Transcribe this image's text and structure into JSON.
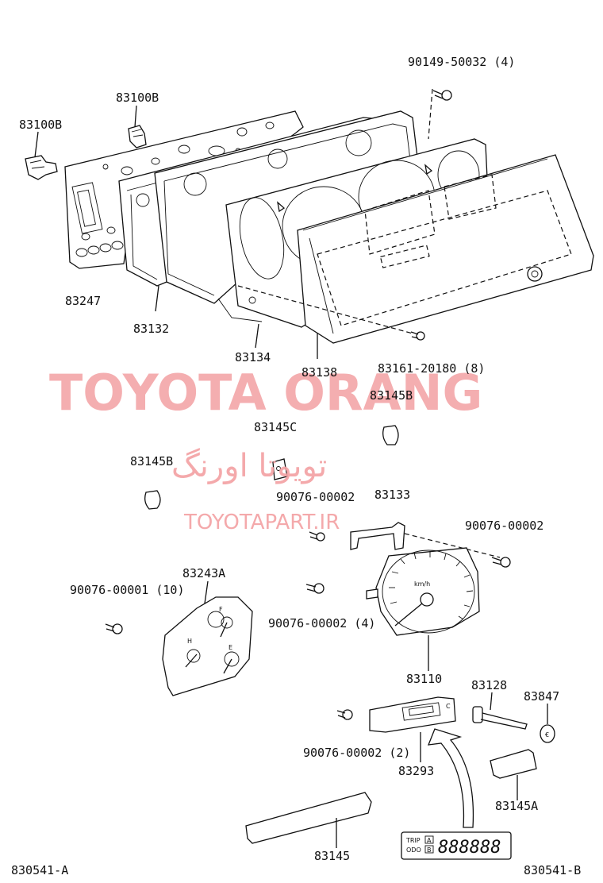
{
  "parts": {
    "p90149": "90149-50032 (4)",
    "p83100B_top": "83100B",
    "p83100B_left": "83100B",
    "p83247": "83247",
    "p83132": "83132",
    "p83134": "83134",
    "p83138": "83138",
    "p83161": "83161-20180 (8)",
    "p83145B_right": "83145B",
    "p83145C": "83145C",
    "p83145B_left": "83145B",
    "p90076_00002_a": "90076-00002",
    "p83133": "83133",
    "p90076_00002_b": "90076-00002",
    "p83243A": "83243A",
    "p90076_00001": "90076-00001 (10)",
    "p90076_00002_4": "90076-00002 (4)",
    "p83110": "83110",
    "p83128": "83128",
    "p83847": "83847",
    "p90076_00002_2": "90076-00002 (2)",
    "p83293": "83293",
    "p83145A": "83145A",
    "p83145": "83145"
  },
  "footer": {
    "left_code": "830541-A",
    "right_code": "830541-B"
  },
  "watermark": {
    "brand": "TOYOTA ORANG",
    "arabic": "تویوتا اورنگ",
    "url": "TOYOTAPART.IR"
  },
  "speedometer": {
    "unit": "km/h"
  },
  "odometer_display": {
    "trip": "TRIP",
    "odo": "ODO",
    "btn_a": "A",
    "btn_b": "B",
    "digits": "888888"
  },
  "gauges": {
    "fuel_e": "E",
    "fuel_f": "F",
    "temp_h": "H",
    "temp_c": "C"
  },
  "colors": {
    "line": "#111111",
    "watermark": "#f3a0a3"
  }
}
